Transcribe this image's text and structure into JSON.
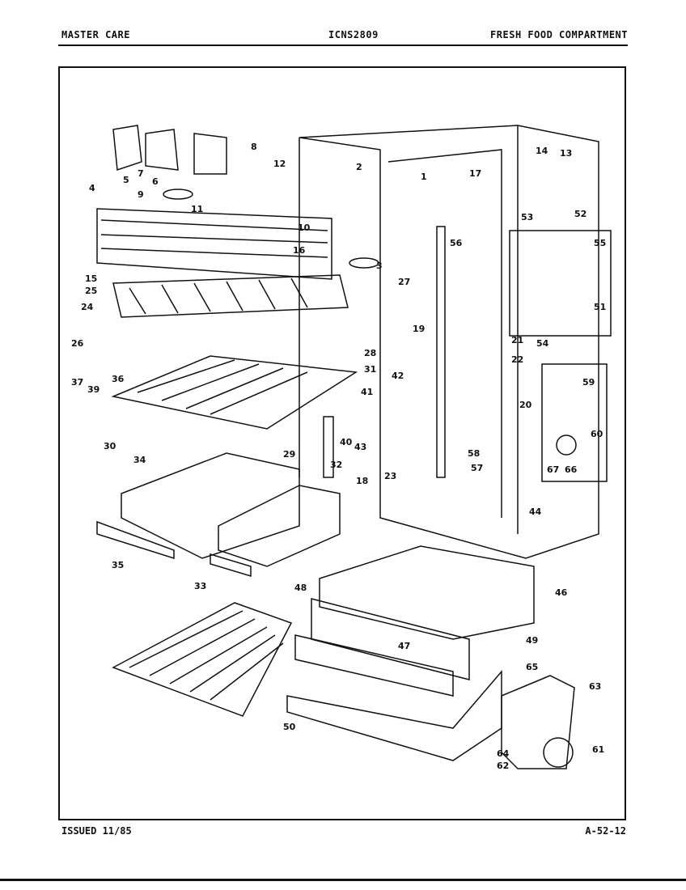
{
  "header": {
    "left": "MASTER CARE",
    "center": "ICNS2809",
    "right": "FRESH FOOD COMPARTMENT"
  },
  "footer": {
    "left": "ISSUED 11/85",
    "right": "A-52-12"
  },
  "callouts": [
    "1",
    "2",
    "3",
    "4",
    "5",
    "6",
    "7",
    "8",
    "9",
    "10",
    "11",
    "12",
    "13",
    "14",
    "15",
    "16",
    "17",
    "18",
    "19",
    "20",
    "21",
    "22",
    "23",
    "24",
    "25",
    "26",
    "27",
    "28",
    "29",
    "30",
    "31",
    "32",
    "33",
    "34",
    "35",
    "36",
    "37",
    "39",
    "40",
    "41",
    "42",
    "43",
    "44",
    "46",
    "47",
    "48",
    "49",
    "50",
    "51",
    "52",
    "53",
    "54",
    "55",
    "56",
    "57",
    "58",
    "59",
    "60",
    "61",
    "62",
    "63",
    "64",
    "65",
    "66",
    "67"
  ]
}
